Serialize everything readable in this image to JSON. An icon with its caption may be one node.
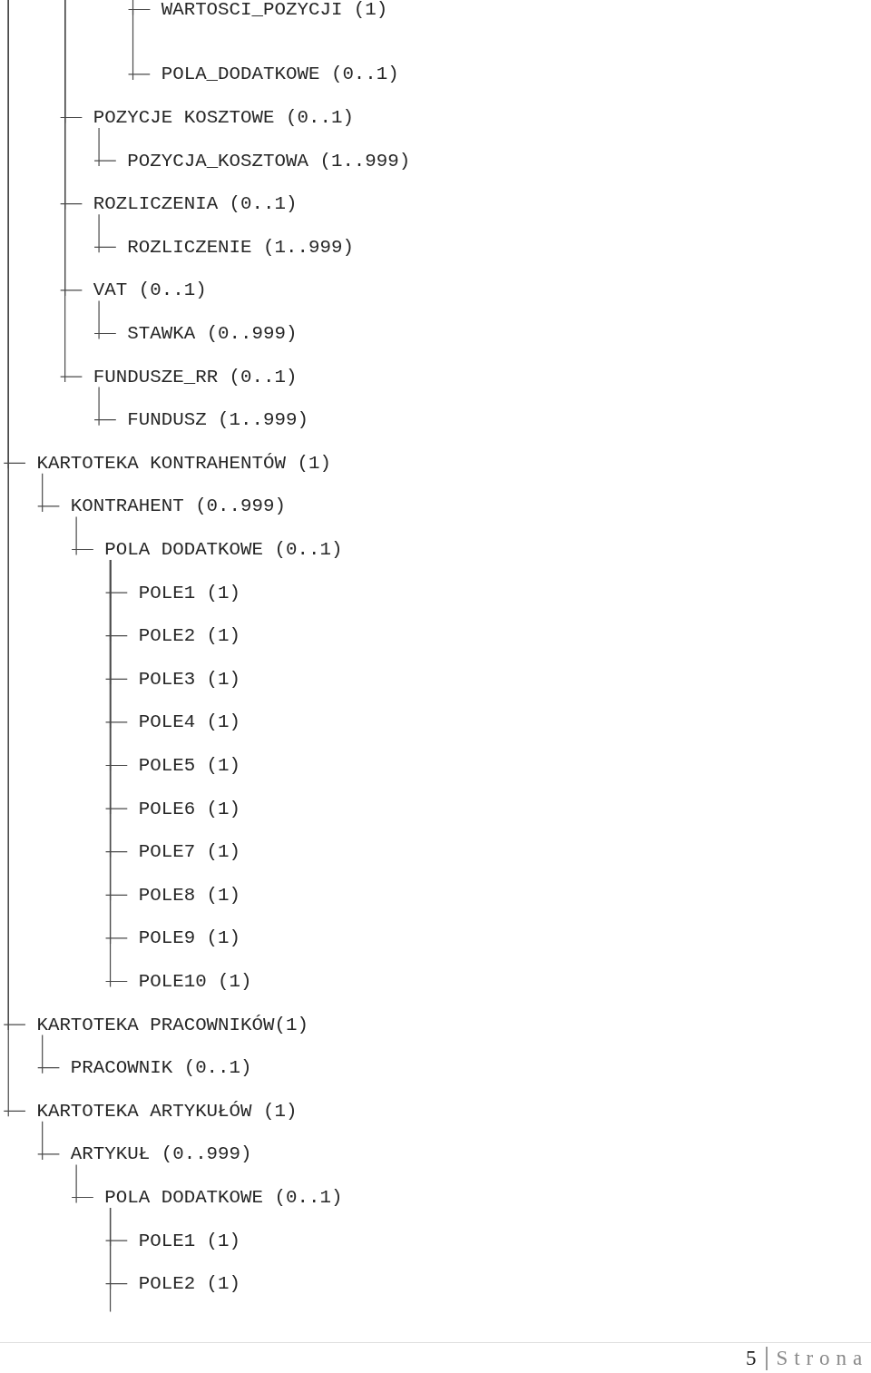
{
  "diagram": {
    "nodes": [
      {
        "text": [
          "WARTOSCI_POZYCJI (1)"
        ]
      },
      {
        "text": [
          "POLA_DODATKOWE (0..1)"
        ]
      },
      {
        "text": [
          "POZYCJE KOSZTOWE (0..1)"
        ]
      },
      {
        "text": [
          "POZYCJA_KOSZTOWA (1..999)"
        ]
      },
      {
        "text": [
          "ROZLICZENIA (0..1)"
        ]
      },
      {
        "text": [
          "ROZLICZENIE (1..999)"
        ]
      },
      {
        "text": [
          "VAT (0..1)"
        ]
      },
      {
        "text": [
          "STAWKA (0..999)"
        ]
      },
      {
        "text": [
          "FUNDUSZE_RR (0..1)"
        ]
      },
      {
        "text": [
          "FUNDUSZ (1..999)"
        ]
      },
      {
        "text": [
          "KARTOTEKA KONTRAHENTÓW (1)"
        ]
      },
      {
        "text": [
          "KONTRAHENT (0..999)"
        ]
      },
      {
        "text": [
          "POLA DODATKOWE (0..1)"
        ]
      },
      {
        "text": [
          "POLE1 (1)"
        ]
      },
      {
        "text": [
          "POLE2 (1)"
        ]
      },
      {
        "text": [
          "POLE3 (1)"
        ]
      },
      {
        "text": [
          "POLE4 (1)"
        ]
      },
      {
        "text": [
          "POLE5 (1)"
        ]
      },
      {
        "text": [
          "POLE6 (1)"
        ]
      },
      {
        "text": [
          "POLE7 (1)"
        ]
      },
      {
        "text": [
          "POLE8 (1)"
        ]
      },
      {
        "text": [
          "POLE9 (1)"
        ]
      },
      {
        "text": [
          "POLE10 (1)"
        ]
      },
      {
        "text": [
          "KARTOTEKA PRACOWNIKÓW(1)"
        ]
      },
      {
        "text": [
          "PRACOWNIK (0..1)"
        ]
      },
      {
        "text": [
          "KARTOTEKA ARTYKUŁÓW (1)"
        ]
      },
      {
        "text": [
          "ARTYKUŁ (0..999)"
        ]
      },
      {
        "text": [
          "POLA DODATKOWE (0..1)"
        ]
      },
      {
        "text": [
          "POLE1 (1)"
        ]
      },
      {
        "text": [
          "POLE2 (1)"
        ]
      }
    ],
    "edges": [
      {
        "from": null,
        "to": 0,
        "arrow": "none"
      },
      {
        "from": 0,
        "to": 1,
        "arrow": "none"
      },
      {
        "from": null,
        "to": 2,
        "arrow": "none"
      },
      {
        "from": 2,
        "to": 3,
        "arrow": "none"
      },
      {
        "from": null,
        "to": 4,
        "arrow": "none"
      },
      {
        "from": 4,
        "to": 5,
        "arrow": "none"
      },
      {
        "from": null,
        "to": 6,
        "arrow": "none"
      },
      {
        "from": 6,
        "to": 7,
        "arrow": "none"
      },
      {
        "from": null,
        "to": 8,
        "arrow": "none"
      },
      {
        "from": 8,
        "to": 9,
        "arrow": "none"
      },
      {
        "from": null,
        "to": 10,
        "arrow": "none"
      },
      {
        "from": 10,
        "to": 11,
        "arrow": "none"
      },
      {
        "from": 11,
        "to": 12,
        "arrow": "none"
      },
      {
        "from": 12,
        "to": 13,
        "arrow": "none"
      },
      {
        "from": 12,
        "to": 14,
        "arrow": "none"
      },
      {
        "from": 12,
        "to": 15,
        "arrow": "none"
      },
      {
        "from": 12,
        "to": 16,
        "arrow": "none"
      },
      {
        "from": 12,
        "to": 17,
        "arrow": "none"
      },
      {
        "from": 12,
        "to": 18,
        "arrow": "none"
      },
      {
        "from": 12,
        "to": 19,
        "arrow": "none"
      },
      {
        "from": 12,
        "to": 20,
        "arrow": "none"
      },
      {
        "from": 12,
        "to": 21,
        "arrow": "none"
      },
      {
        "from": 12,
        "to": 22,
        "arrow": "none"
      },
      {
        "from": null,
        "to": 23,
        "arrow": "none"
      },
      {
        "from": 23,
        "to": 24,
        "arrow": "none"
      },
      {
        "from": null,
        "to": 25,
        "arrow": "none"
      },
      {
        "from": 25,
        "to": 26,
        "arrow": "none"
      },
      {
        "from": 26,
        "to": 27,
        "arrow": "none"
      },
      {
        "from": 27,
        "to": 28,
        "arrow": "none"
      },
      {
        "from": 27,
        "to": 29,
        "arrow": "none"
      },
      {
        "from": 27,
        "to": null,
        "arrow": "none"
      }
    ],
    "labels": [
      "5",
      "Strona"
    ]
  }
}
